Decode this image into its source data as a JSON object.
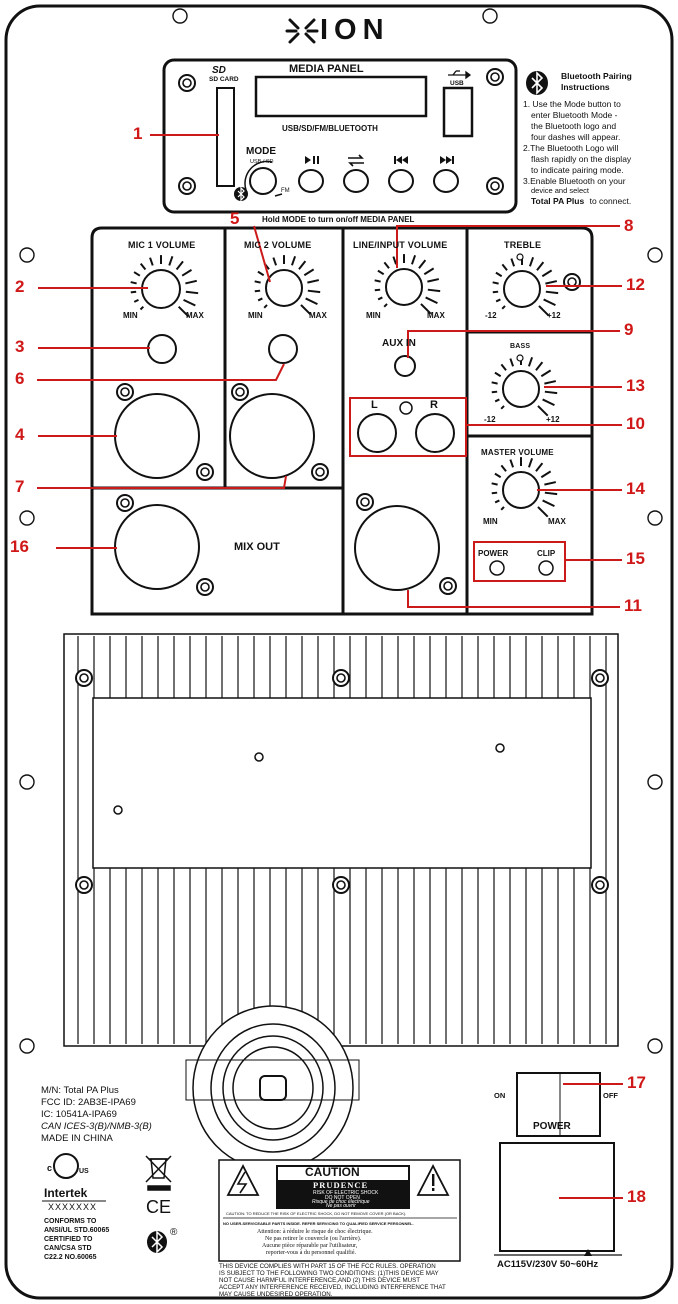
{
  "brand": "ION",
  "media_panel": {
    "title": "MEDIA PANEL",
    "sd_logo": "SD",
    "sd_card": "SD CARD",
    "usb": "USB",
    "modes": "USB/SD/FM/BLUETOOTH",
    "mode": "MODE",
    "usb_sd": "USB / SD",
    "fm": "FM",
    "hold_note": "Hold MODE to turn on/off MEDIA PANEL"
  },
  "bluetooth_pairing": {
    "title_1": "Bluetooth Pairing",
    "title_2": "Instructions",
    "lines": [
      "1. Use the Mode button to",
      "enter Bluetooth Mode -",
      "the Bluetooth logo and",
      "four dashes will appear.",
      "2.The Bluetooth Logo will",
      "flash rapidly on the display",
      "to indicate pairing mode.",
      "3.Enable Bluetooth on your",
      "device and select"
    ],
    "last_bold": "Total PA Plus",
    "last_rest": "to connect."
  },
  "controls": {
    "mic1_volume": "MIC 1 VOLUME",
    "mic2_volume": "MIC 2 VOLUME",
    "line_volume": "LINE/INPUT VOLUME",
    "treble": "TREBLE",
    "bass": "BASS",
    "master_volume": "MASTER VOLUME",
    "min": "MIN",
    "max": "MAX",
    "minus12": "-12",
    "plus12": "+12",
    "aux_in": "AUX IN",
    "left": "L",
    "right": "R",
    "mix_out": "MIX OUT",
    "power_led": "POWER",
    "clip_led": "CLIP"
  },
  "callouts": [
    "1",
    "2",
    "3",
    "4",
    "5",
    "6",
    "7",
    "8",
    "9",
    "10",
    "11",
    "12",
    "13",
    "14",
    "15",
    "16",
    "17",
    "18"
  ],
  "power": {
    "on": "ON",
    "off": "OFF",
    "label": "POWER",
    "voltage": "AC115V/230V 50~60Hz"
  },
  "regulatory": {
    "model": "M/N: Total PA Plus",
    "fcc_id": "FCC ID: 2AB3E-IPA69",
    "ic": "IC: 10541A-IPA69",
    "can": "CAN ICES-3(B)/NMB-3(B)",
    "made_in": "MADE IN CHINA",
    "etl_c": "c",
    "etl_us": "US",
    "intertek": "Intertek",
    "intertek_no": "XXXXXXX",
    "conforms": [
      "CONFORMS TO",
      "ANSI/UL STD.60065",
      "CERTIFIED TO",
      "CAN/CSA STD",
      "C22.2 NO.60065"
    ],
    "ce": "CE",
    "registered": "®"
  },
  "caution": {
    "title": "CAUTION",
    "subtitle": "PRUDENCE",
    "risk_1": "RISK OF ELECTRIC SHOCK",
    "risk_2": "DO NOT OPEN",
    "risk_3": "Risque de choc électrique",
    "risk_4": "Ne pas ouvrir",
    "warn_1": "CAUTION: TO REDUCE THE RISK OF ELECTRIC SHOCK, DO NOT REMOVE COVER (OR BACK).",
    "warn_2": "NO USER-SERVICEABLE PARTS INSIDE. REFER SERVICING TO QUALIFIED SERVICE PERSONNEL.",
    "fr_1": "Attention: à réduire le risque de choc électrique.",
    "fr_2": "Ne pas retirer le couvercle (ou l'arrière).",
    "fr_3": "Aucune pièce réparable par l'utilisateur,",
    "fr_4": "reporter-vous à du personnel qualifié."
  },
  "fcc_statement": [
    "THIS DEVICE COMPLIES WITH PART 15 OF THE FCC RULES. OPERATION",
    "IS SUBJECT TO THE FOLLOWING TWO CONDITIONS: (1)THIS DEVICE MAY",
    "NOT CAUSE HARMFUL INTERFERENCE,AND (2) THIS DEVICE MUST",
    "ACCEPT ANY INTERFERENCE RECEIVED, INCLUDING INTERFERENCE THAT",
    "MAY CAUSE UNDESIRED OPERATION."
  ]
}
